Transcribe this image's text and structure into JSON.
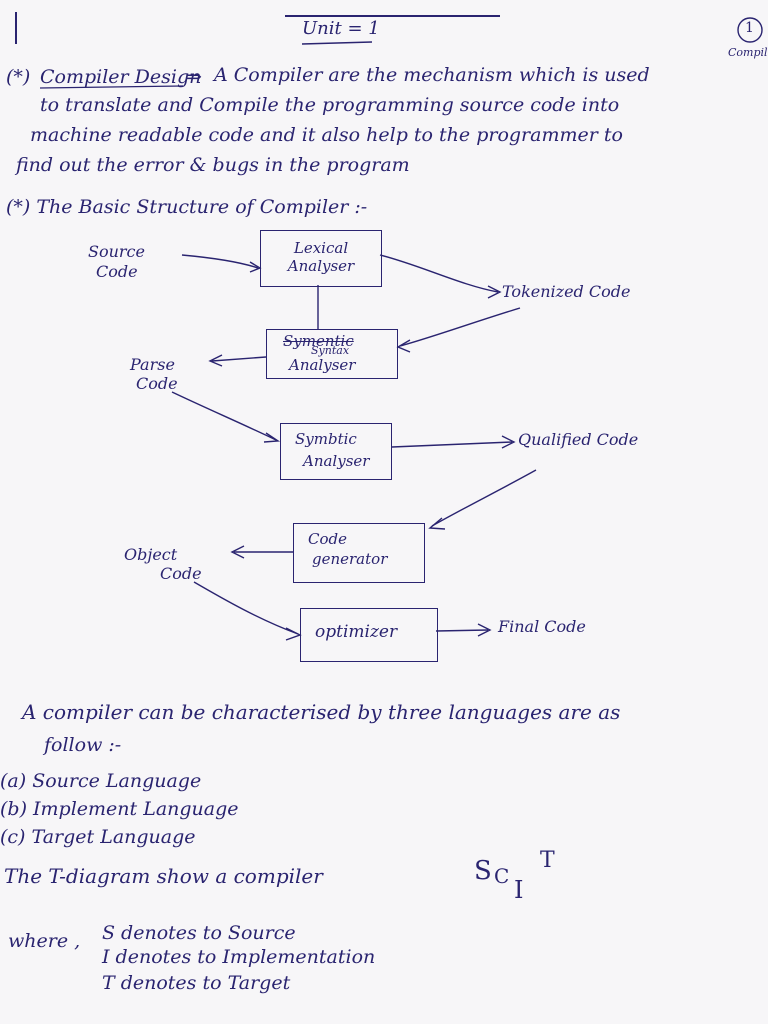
{
  "header": {
    "unit_title": "Unit = 1",
    "page_number": "1",
    "corner_note": "Compil"
  },
  "intro": {
    "bullet": "(*)",
    "heading": "Compiler Design",
    "arrow": "⇒",
    "lines": [
      "A Compiler are the mechanism which is used",
      "to translate and Compile the programming source code into",
      "machine readable code and it also help to the programmer to",
      "find out the error & bugs in the program"
    ]
  },
  "structure": {
    "heading": "(*) The Basic Structure of Compiler :-"
  },
  "diagram": {
    "boxes": {
      "lexical": "Lexical Analyser",
      "syntax_struck": "Symentic",
      "syntax_small": "Syntax",
      "syntax_main": "Analyser",
      "semantic_main": "Symbtic",
      "semantic_sub": "Analyser",
      "codegen_1": "Code",
      "codegen_2": "generator",
      "optimizer": "optimizer"
    },
    "labels": {
      "source_1": "Source",
      "source_2": "Code",
      "tokenized": "Tokenized Code",
      "parse_1": "Parse",
      "parse_2": "Code",
      "qualified": "Qualified Code",
      "object_1": "Object",
      "object_2": "Code",
      "final": "Final Code"
    }
  },
  "languages": {
    "intro_1": "A compiler can be characterised by three languages are as",
    "intro_2": "follow :-",
    "items": [
      "(a) Source Language",
      "(b) Implement Language",
      "(c) Target Language"
    ],
    "tdiagram_text": "The T-diagram show a compiler",
    "tdiagram_s": "S",
    "tdiagram_c": "C",
    "tdiagram_i": "I",
    "tdiagram_t": "T"
  },
  "where": {
    "lead": "where ,",
    "rows": [
      "S denotes to Source",
      "I denotes to Implementation",
      "T denotes to Target"
    ]
  }
}
